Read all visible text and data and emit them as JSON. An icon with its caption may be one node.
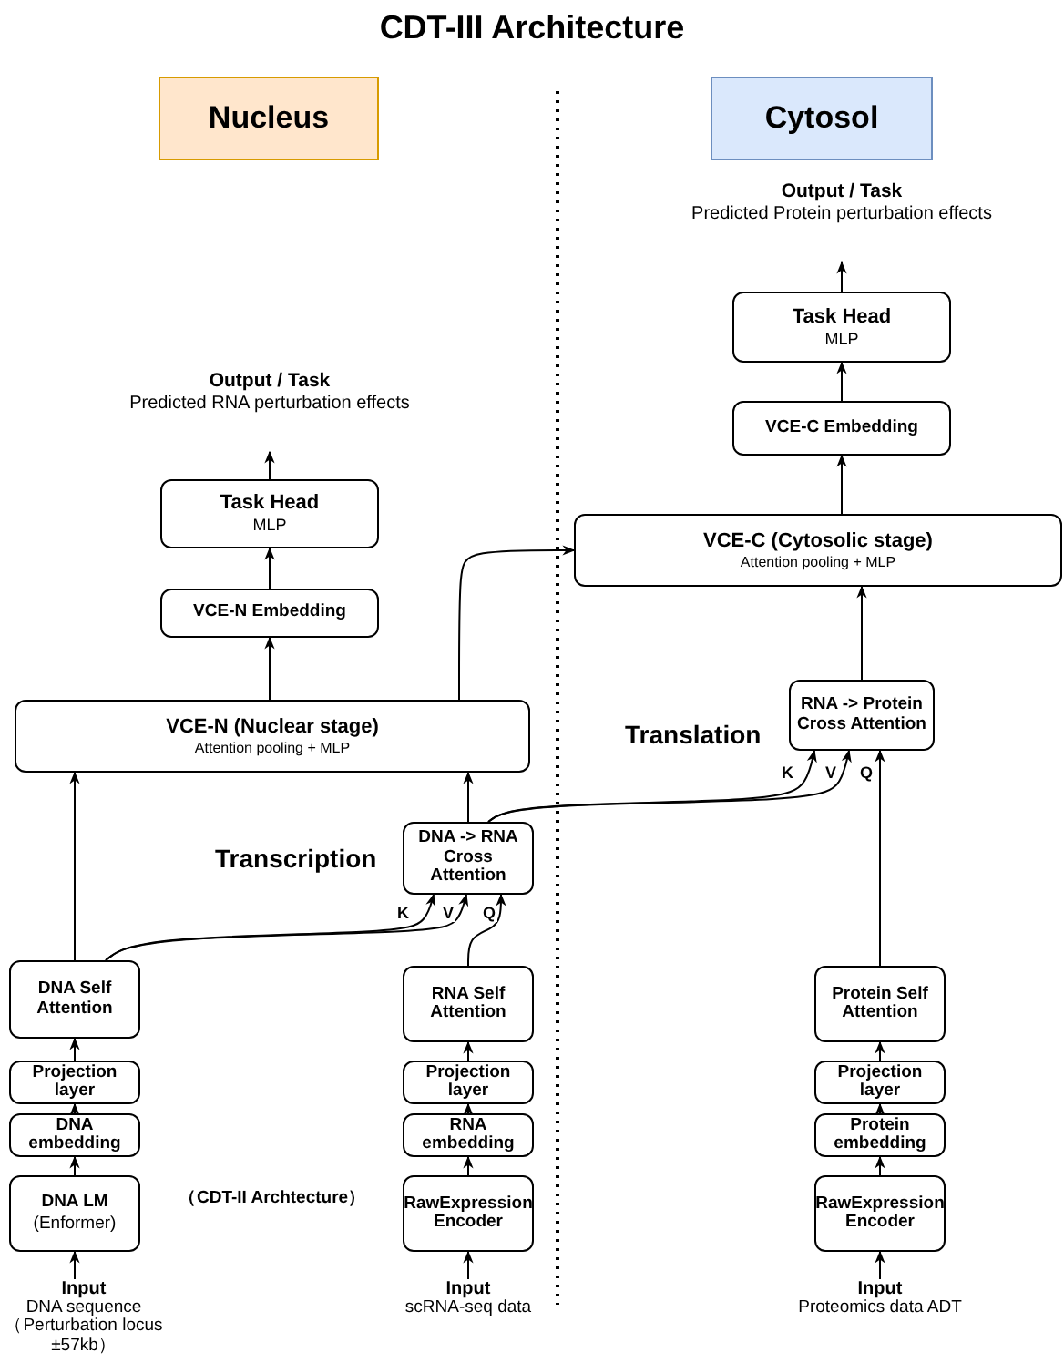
{
  "diagram": {
    "title": "CDT-III Architecture",
    "nodes": [
      {
        "text": [
          "Nucleus"
        ]
      },
      {
        "text": [
          "Cytosol"
        ]
      },
      {
        "text": [
          "Output / Task",
          "Predicted Protein perturbation effects"
        ]
      },
      {
        "text": [
          "Task Head",
          "MLP"
        ]
      },
      {
        "text": [
          "VCE-C Embedding"
        ]
      },
      {
        "text": [
          "VCE-C  (Cytosolic stage)",
          "Attention pooling + MLP"
        ]
      },
      {
        "text": [
          "Output / Task",
          "Predicted RNA perturbation effects"
        ]
      },
      {
        "text": [
          "Task Head",
          "MLP"
        ]
      },
      {
        "text": [
          "VCE-N Embedding"
        ]
      },
      {
        "text": [
          "VCE-N  (Nuclear stage)",
          "Attention pooling + MLP"
        ]
      },
      {
        "text": [
          "RNA -> Protein Cross Attention"
        ]
      },
      {
        "text": [
          "DNA -> RNA Cross Attention"
        ]
      },
      {
        "text": [
          "DNA Self Attention"
        ]
      },
      {
        "text": [
          "RNA Self Attention"
        ]
      },
      {
        "text": [
          "Protein Self Attention"
        ]
      },
      {
        "text": [
          "Projection layer"
        ]
      },
      {
        "text": [
          "Projection layer"
        ]
      },
      {
        "text": [
          "Projection layer"
        ]
      },
      {
        "text": [
          "DNA embedding"
        ]
      },
      {
        "text": [
          "RNA embedding"
        ]
      },
      {
        "text": [
          "Protein embedding"
        ]
      },
      {
        "text": [
          "DNA LM",
          "(Enformer)"
        ]
      },
      {
        "text": [
          "RawExpression Encoder"
        ]
      },
      {
        "text": [
          "RawExpression Encoder"
        ]
      },
      {
        "text": [
          "Input",
          "DNA sequence （Perturbation locus ±57kb）"
        ]
      },
      {
        "text": [
          "Input",
          "scRNA-seq data"
        ]
      },
      {
        "text": [
          "Input",
          "Proteomics data ADT"
        ]
      }
    ],
    "edges": [
      {
        "from": 24,
        "to": 21,
        "arrow": "to"
      },
      {
        "from": 21,
        "to": 18,
        "arrow": "to"
      },
      {
        "from": 18,
        "to": 15,
        "arrow": "to"
      },
      {
        "from": 15,
        "to": 12,
        "arrow": "to"
      },
      {
        "from": 12,
        "to": 9,
        "arrow": "to"
      },
      {
        "from": 12,
        "to": 11,
        "arrow": "to",
        "label": "K"
      },
      {
        "from": 12,
        "to": 11,
        "arrow": "to",
        "label": "V"
      },
      {
        "from": 25,
        "to": 22,
        "arrow": "to"
      },
      {
        "from": 22,
        "to": 19,
        "arrow": "to"
      },
      {
        "from": 19,
        "to": 16,
        "arrow": "to"
      },
      {
        "from": 16,
        "to": 13,
        "arrow": "to"
      },
      {
        "from": 13,
        "to": 11,
        "arrow": "to",
        "label": "Q"
      },
      {
        "from": 11,
        "to": 9,
        "arrow": "to"
      },
      {
        "from": 9,
        "to": 8,
        "arrow": "to"
      },
      {
        "from": 8,
        "to": 7,
        "arrow": "to"
      },
      {
        "from": 7,
        "to": 6,
        "arrow": "to"
      },
      {
        "from": 9,
        "to": 5,
        "arrow": "to"
      },
      {
        "from": 11,
        "to": 10,
        "arrow": "to",
        "label": "K"
      },
      {
        "from": 11,
        "to": 10,
        "arrow": "to",
        "label": "V"
      },
      {
        "from": 26,
        "to": 23,
        "arrow": "to"
      },
      {
        "from": 23,
        "to": 20,
        "arrow": "to"
      },
      {
        "from": 20,
        "to": 17,
        "arrow": "to"
      },
      {
        "from": 17,
        "to": 14,
        "arrow": "to"
      },
      {
        "from": 14,
        "to": 10,
        "arrow": "to",
        "label": "Q"
      },
      {
        "from": 10,
        "to": 5,
        "arrow": "to"
      },
      {
        "from": 5,
        "to": 4,
        "arrow": "to"
      },
      {
        "from": 4,
        "to": 3,
        "arrow": "to"
      },
      {
        "from": 3,
        "to": 2,
        "arrow": "to"
      }
    ],
    "labels": [
      "Transcription",
      "Translation",
      "（CDT-II Archtecture）"
    ]
  }
}
